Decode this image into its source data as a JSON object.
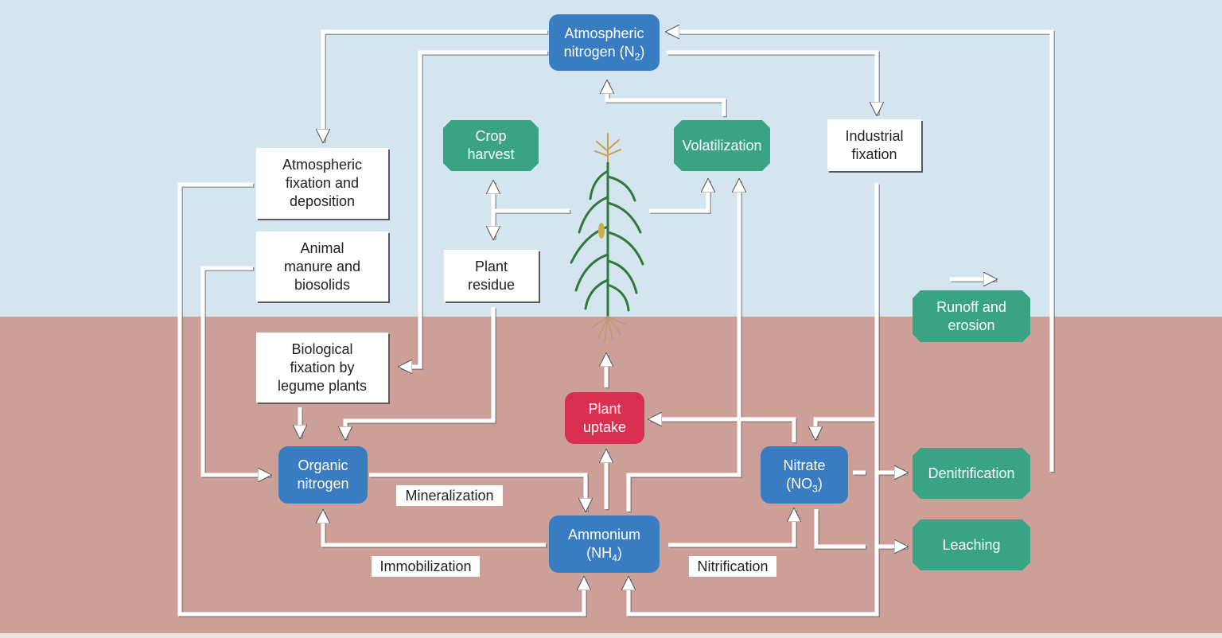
{
  "nodes": {
    "atmospheric_n2": {
      "line1": "Atmospheric",
      "line2": "nitrogen (N",
      "sub": "2",
      "close": ")"
    },
    "atm_fixation": {
      "line1": "Atmospheric",
      "line2": "fixation and",
      "line3": "deposition"
    },
    "animal_manure": {
      "line1": "Animal",
      "line2": "manure and",
      "line3": "biosolids"
    },
    "biological_fixation": {
      "line1": "Biological",
      "line2": "fixation by",
      "line3": "legume plants"
    },
    "crop_harvest": {
      "line1": "Crop",
      "line2": "harvest"
    },
    "plant_residue": {
      "line1": "Plant",
      "line2": "residue"
    },
    "volatilization": {
      "line1": "Volatilization"
    },
    "industrial_fixation": {
      "line1": "Industrial",
      "line2": "fixation"
    },
    "runoff_erosion": {
      "line1": "Runoff and",
      "line2": "erosion"
    },
    "plant_uptake": {
      "line1": "Plant",
      "line2": "uptake"
    },
    "organic_nitrogen": {
      "line1": "Organic",
      "line2": "nitrogen"
    },
    "ammonium": {
      "line1": "Ammonium",
      "line2": "(NH",
      "sub": "4",
      "close": ")"
    },
    "nitrate": {
      "line1": "Nitrate",
      "line2": "(NO",
      "sub": "3",
      "close": ")"
    },
    "denitrification": {
      "line1": "Denitrification"
    },
    "leaching": {
      "line1": "Leaching"
    }
  },
  "labels": {
    "mineralization": "Mineralization",
    "immobilization": "Immobilization",
    "nitrification": "Nitrification"
  },
  "colors": {
    "sky": "#d4e5f0",
    "soil": "#cc9f98",
    "blue_node": "#3a7cc1",
    "green_node": "#3aa383",
    "red_node": "#d93052",
    "arrow": "#ffffff"
  },
  "icons": {
    "plant": "corn-plant-icon"
  }
}
